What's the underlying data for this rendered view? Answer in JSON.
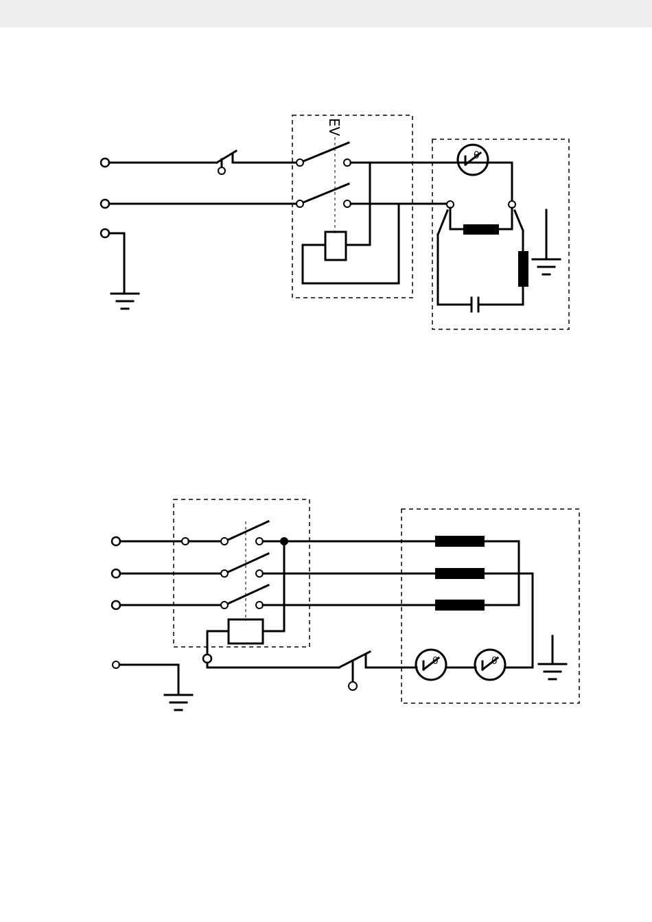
{
  "diagram_1": {
    "contactor_label": "EV",
    "thermostat_symbol": "θ"
  },
  "diagram_2": {
    "thermostat_1_symbol": "θ",
    "thermostat_2_symbol": "θ"
  },
  "icons": [
    "ground-icon",
    "terminal-icon",
    "switch-icon",
    "relay-coil-icon",
    "heating-element-icon",
    "capacitor-icon",
    "thermostat-icon"
  ]
}
